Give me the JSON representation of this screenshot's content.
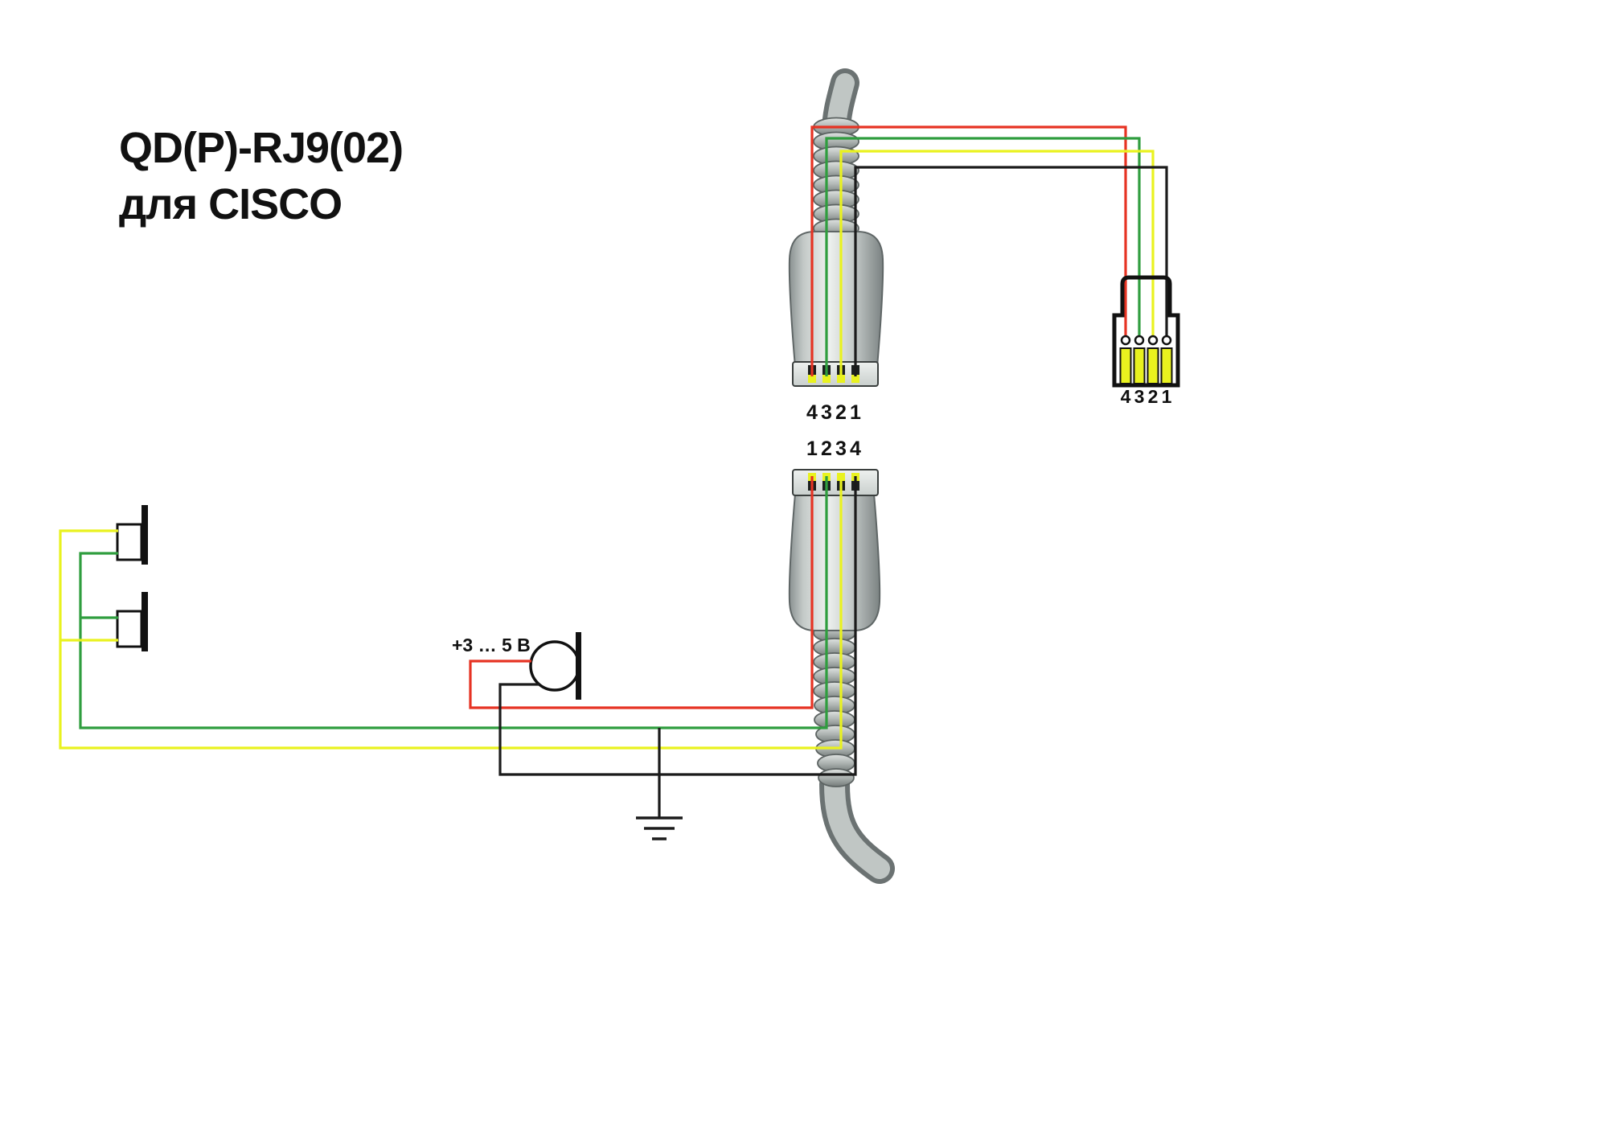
{
  "title": {
    "line1": "QD(P)-RJ9(02)",
    "line2": "для CISCO"
  },
  "mic": {
    "voltage_label": "+3 … 5 В"
  },
  "pins": {
    "qd_top": [
      "4",
      "3",
      "2",
      "1"
    ],
    "rj9": [
      "4",
      "3",
      "2",
      "1"
    ],
    "qd_bottom": [
      "1",
      "2",
      "3",
      "4"
    ]
  },
  "colors": {
    "wire_red": "#e63323",
    "wire_green": "#2f9d3e",
    "wire_yellow": "#e9f21f",
    "wire_black": "#1b1b1b",
    "contact_yellow": "#e9f21f",
    "connector_gray": "#b9bfbd",
    "outline_black": "#111111"
  }
}
